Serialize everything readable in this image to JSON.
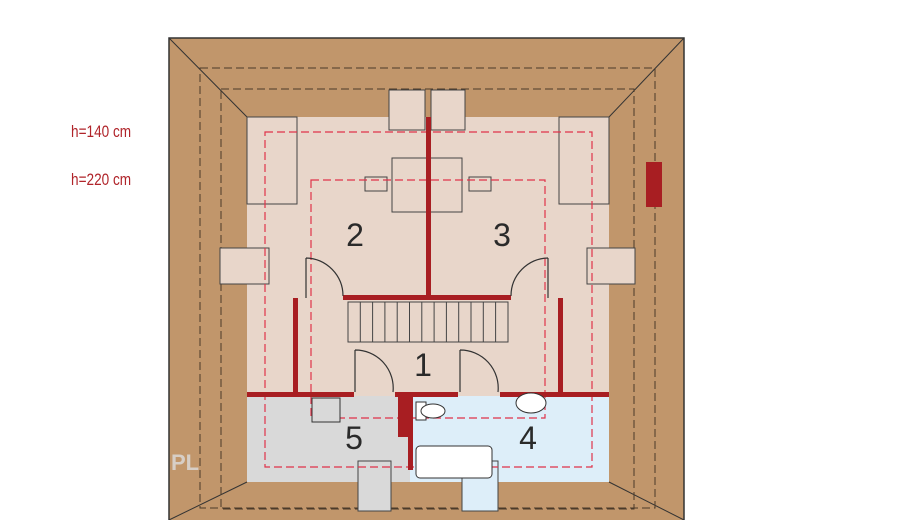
{
  "legend": {
    "height_140": "h=140 cm",
    "height_220": "h=220 cm"
  },
  "rooms": [
    {
      "number": "1"
    },
    {
      "number": "2"
    },
    {
      "number": "3"
    },
    {
      "number": "4"
    },
    {
      "number": "5"
    }
  ],
  "watermark": "PL",
  "colors": {
    "roof": "#c1966b",
    "floor": "#e8d6ca",
    "bathroom": "#ddeef9",
    "utility": "#d9d9d9",
    "wall": "#a81e22",
    "height_line": "#e0334a"
  }
}
